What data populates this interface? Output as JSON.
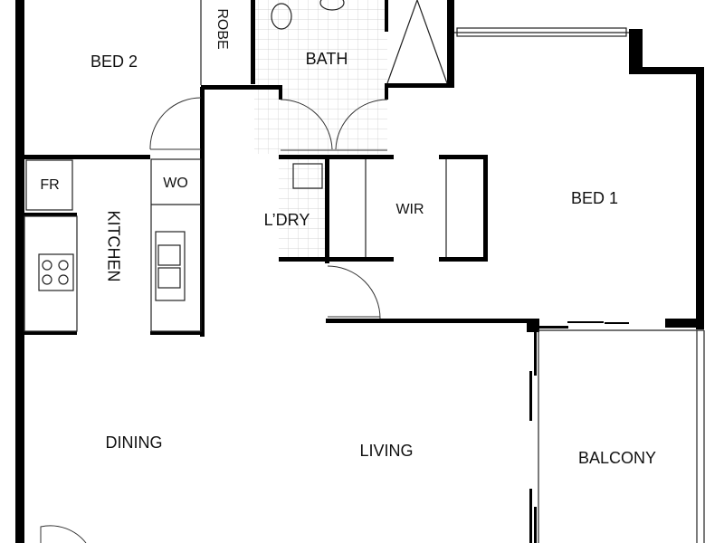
{
  "floor_plan": {
    "rooms": {
      "bed2": "BED 2",
      "robe": "ROBE",
      "bath": "BATH",
      "kitchen": "KITCHEN",
      "fridge": "FR",
      "wall_oven": "WO",
      "laundry": "L’DRY",
      "wir": "WIR",
      "bed1": "BED 1",
      "dining": "DINING",
      "living": "LIVING",
      "balcony": "BALCONY"
    }
  }
}
